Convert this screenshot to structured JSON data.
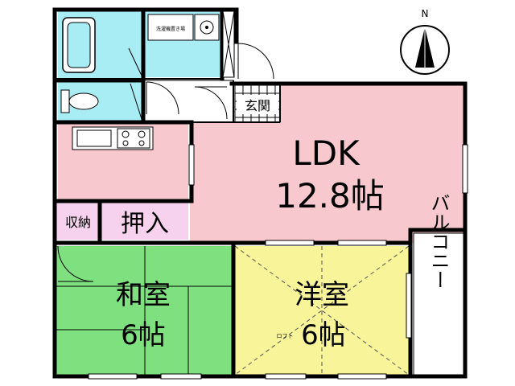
{
  "compass": {
    "north_label": "N"
  },
  "rooms": {
    "ldk": {
      "name": "LDK",
      "size": "12.8帖",
      "color": "#f7c8cd"
    },
    "washitsu": {
      "name": "和室",
      "size": "6帖",
      "color": "#7fe07f"
    },
    "youshitsu": {
      "name": "洋室",
      "size": "6帖",
      "color": "#f8f49a"
    },
    "loft": {
      "name": "ロフト"
    },
    "genkan": {
      "name": "玄関"
    },
    "oshiire": {
      "name": "押入",
      "color": "#f6d2ef"
    },
    "shuunou": {
      "name": "収納"
    },
    "balcony": {
      "name": "バルコニー"
    },
    "washer": {
      "name": "洗濯機置き場"
    },
    "kitchen": {
      "color": "#f7c8cd"
    },
    "bath": {
      "color": "#a8ecf4"
    }
  }
}
